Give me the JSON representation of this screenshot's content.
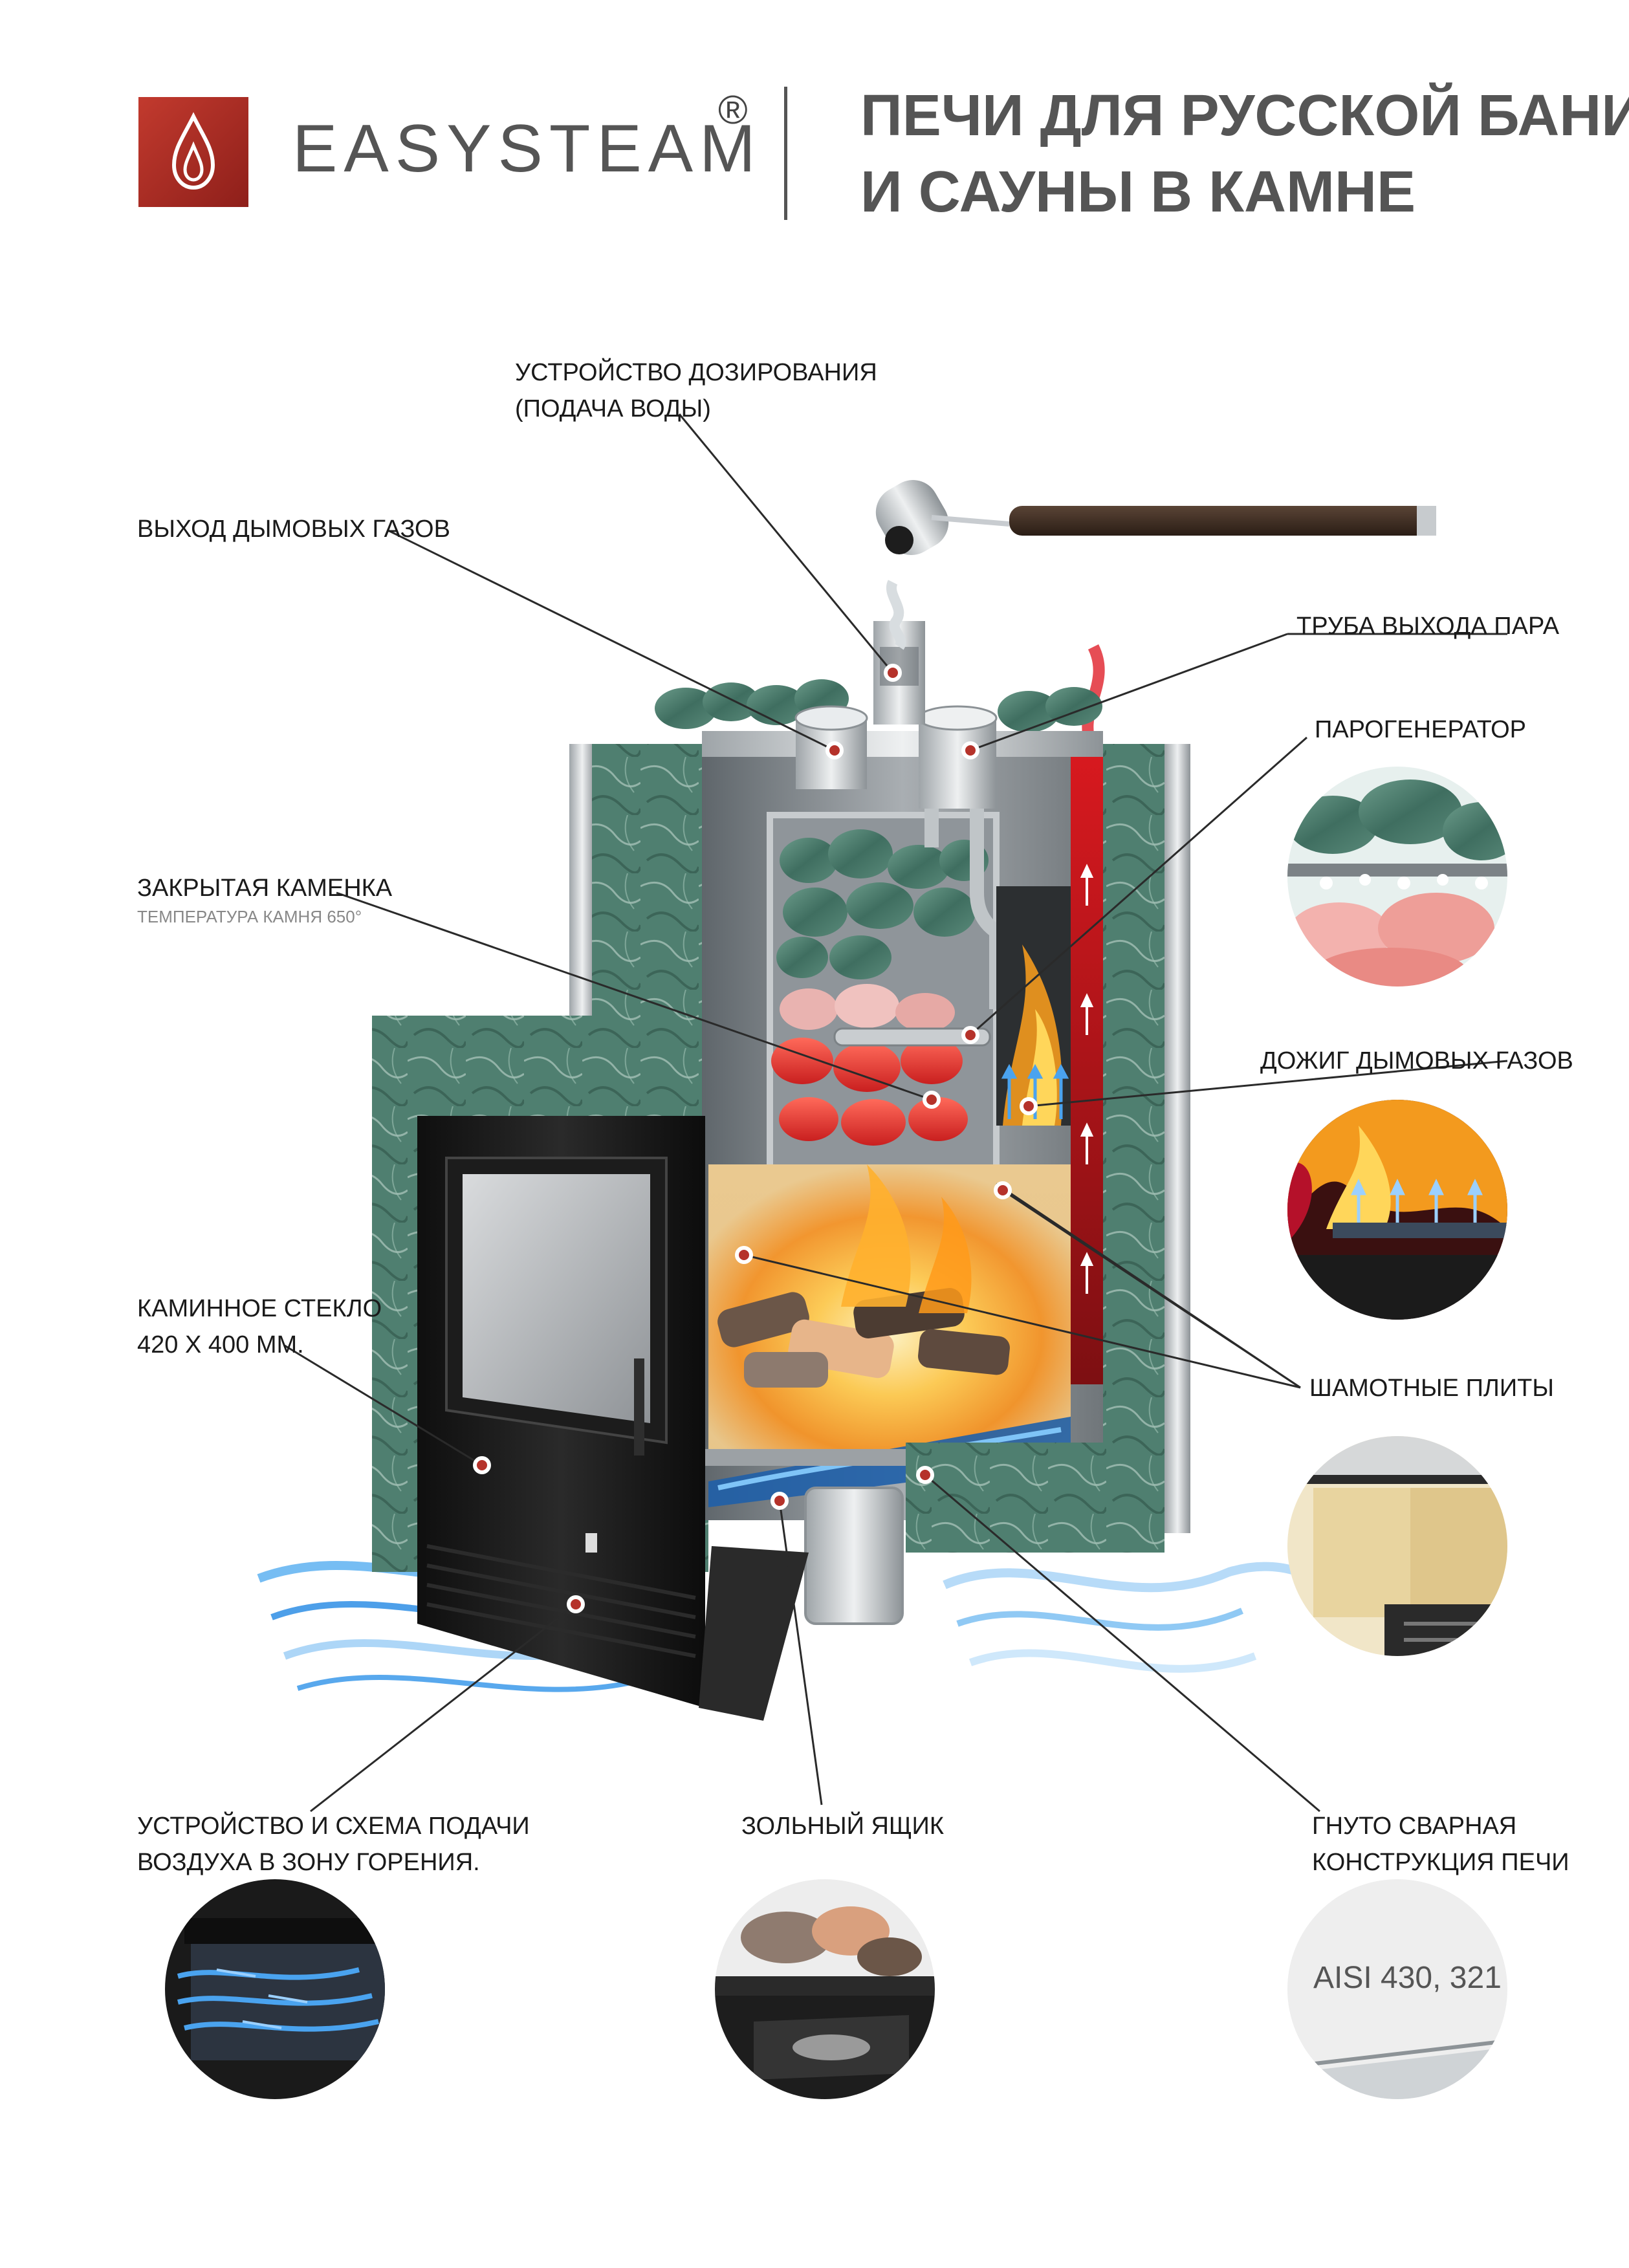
{
  "brand": {
    "name": "EASYSTEAM",
    "trademark": "®",
    "accent_color": "#b5322a"
  },
  "headline": {
    "line1": "ПЕЧИ ДЛЯ РУССКОЙ БАНИ",
    "line2": "И САУНЫ В КАМНЕ"
  },
  "labels": {
    "dosing": {
      "line1": "УСТРОЙСТВО ДОЗИРОВАНИЯ",
      "line2": "(ПОДАЧА ВОДЫ)"
    },
    "smoke_exit": {
      "line1": "ВЫХОД ДЫМОВЫХ ГАЗОВ"
    },
    "steam_pipe": {
      "line1": "ТРУБА ВЫХОДА ПАРА"
    },
    "steam_generator": {
      "line1": "ПАРОГЕНЕРАТОР"
    },
    "closed_heater": {
      "line1": "ЗАКРЫТАЯ КАМЕНКА",
      "sub": "ТЕМПЕРАТУРА КАМНЯ 650°"
    },
    "afterburn": {
      "line1": "ДОЖИГ ДЫМОВЫХ ГАЗОВ"
    },
    "glass": {
      "line1": "КАМИННОЕ СТЕКЛО",
      "line2": "420 Х 400 ММ."
    },
    "chamotte": {
      "line1": "ШАМОТНЫЕ ПЛИТЫ"
    },
    "air_supply": {
      "line1": "УСТРОЙСТВО И СХЕМА ПОДАЧИ",
      "line2": "ВОЗДУХА В ЗОНУ ГОРЕНИЯ."
    },
    "ash_box": {
      "line1": "ЗОЛЬНЫЙ ЯЩИК"
    },
    "bent_welded": {
      "line1": "ГНУТО СВАРНАЯ",
      "line2": "КОНСТРУКЦИЯ ПЕЧИ"
    }
  },
  "circle_details": {
    "steel_grade": "AISI 430, 321"
  },
  "colors": {
    "stone_green": "#4e7e6e",
    "hot_stone": "#e23b3b",
    "fire_orange": "#f39a1e",
    "air_blue": "#2f8fe6",
    "steel": "#cfd3d6",
    "door_black": "#141414"
  }
}
